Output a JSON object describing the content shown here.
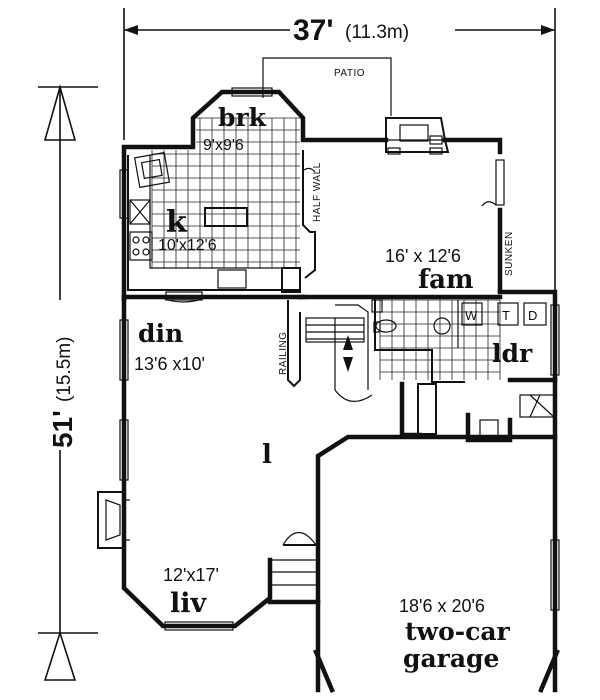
{
  "dimensions": {
    "width_text": "37'",
    "width_metric": "(11.3m)",
    "depth_text": "51'",
    "depth_metric": "(15.5m)"
  },
  "rooms": {
    "breakfast": {
      "name": "brk",
      "size": "9'x9'6"
    },
    "kitchen": {
      "name": "k",
      "size": "10'x12'6"
    },
    "family": {
      "name": "fam",
      "size": "16' x 12'6"
    },
    "dining": {
      "name": "din",
      "size": "13'6 x10'"
    },
    "laundry": {
      "name": "ldr"
    },
    "living": {
      "name": "liv",
      "size": "12'x17'"
    },
    "garage": {
      "name_line1": "two-car",
      "name_line2": "garage",
      "size": "18'6 x 20'6"
    }
  },
  "annotations": {
    "patio": "PATIO",
    "half_wall": "HALF WALL",
    "sunken": "SUNKEN",
    "railing": "RAILING",
    "washer": "W",
    "tub": "T",
    "dryer": "D",
    "entry": "l"
  }
}
